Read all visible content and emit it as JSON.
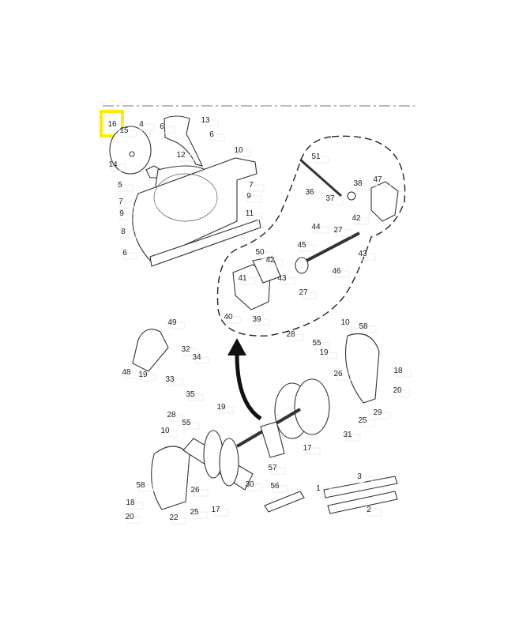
{
  "diagram": {
    "highlight_color": "#ffec00",
    "highlighted_label": "16",
    "callouts": [
      "16",
      "15",
      "4",
      "6",
      "13",
      "6",
      "14",
      "12",
      "10",
      "5",
      "7",
      "9",
      "7",
      "9",
      "11",
      "8",
      "6",
      "51",
      "36",
      "38",
      "47",
      "37",
      "42",
      "44",
      "27",
      "43",
      "50",
      "45",
      "42",
      "43",
      "46",
      "27",
      "41",
      "40",
      "39",
      "49",
      "28",
      "55",
      "10",
      "58",
      "32",
      "34",
      "19",
      "48",
      "19",
      "33",
      "26",
      "18",
      "35",
      "20",
      "28",
      "19",
      "55",
      "25",
      "29",
      "31",
      "10",
      "57",
      "17",
      "30",
      "3",
      "1",
      "56",
      "58",
      "26",
      "18",
      "25",
      "17",
      "2",
      "20",
      "22"
    ]
  }
}
